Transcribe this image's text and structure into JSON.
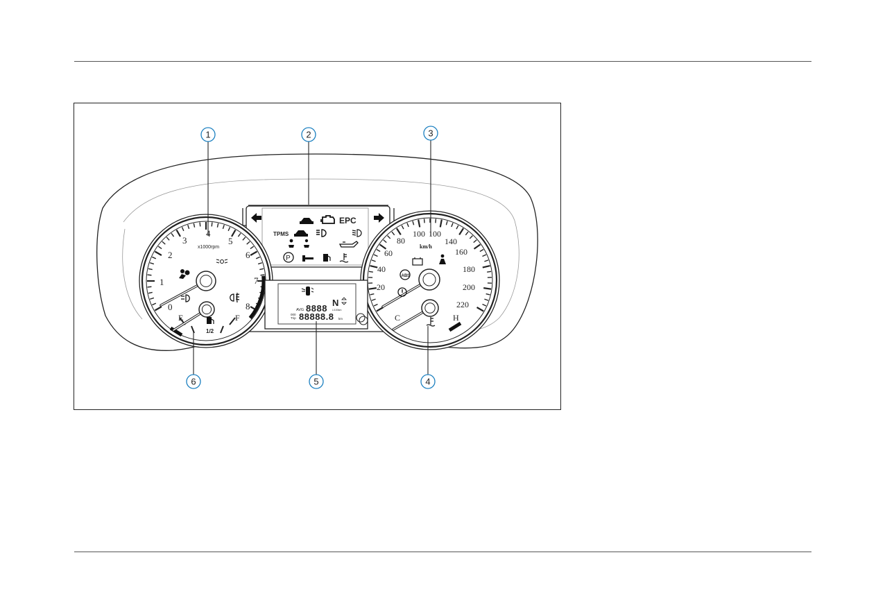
{
  "tachometer": {
    "unit": "x1000rpm",
    "scale": [
      "0",
      "1",
      "2",
      "3",
      "4",
      "5",
      "6",
      "7",
      "8"
    ]
  },
  "fuel_gauge": {
    "empty": "E",
    "half": "1/2",
    "full": "F"
  },
  "speedometer": {
    "unit": "km/h",
    "scale": [
      "20",
      "40",
      "60",
      "80",
      "100",
      "100",
      "140",
      "160",
      "180",
      "200",
      "220"
    ]
  },
  "temp_gauge": {
    "cold": "C",
    "hot": "H"
  },
  "warning_panel": {
    "epc_label": "EPC",
    "tpms_label": "TPMS"
  },
  "lcd": {
    "avg_label": "AVG",
    "digits_top": "8888",
    "unit_top": "L/100km",
    "trip_prefix": "000",
    "trip_label": "Trip",
    "digits_bottom": "88888.8",
    "unit_bottom": "km",
    "gear_digit": "N"
  },
  "callouts": [
    "1",
    "2",
    "3",
    "4",
    "5",
    "6"
  ],
  "colors": {
    "callout": "#1a7fc0",
    "line": "#222222"
  }
}
